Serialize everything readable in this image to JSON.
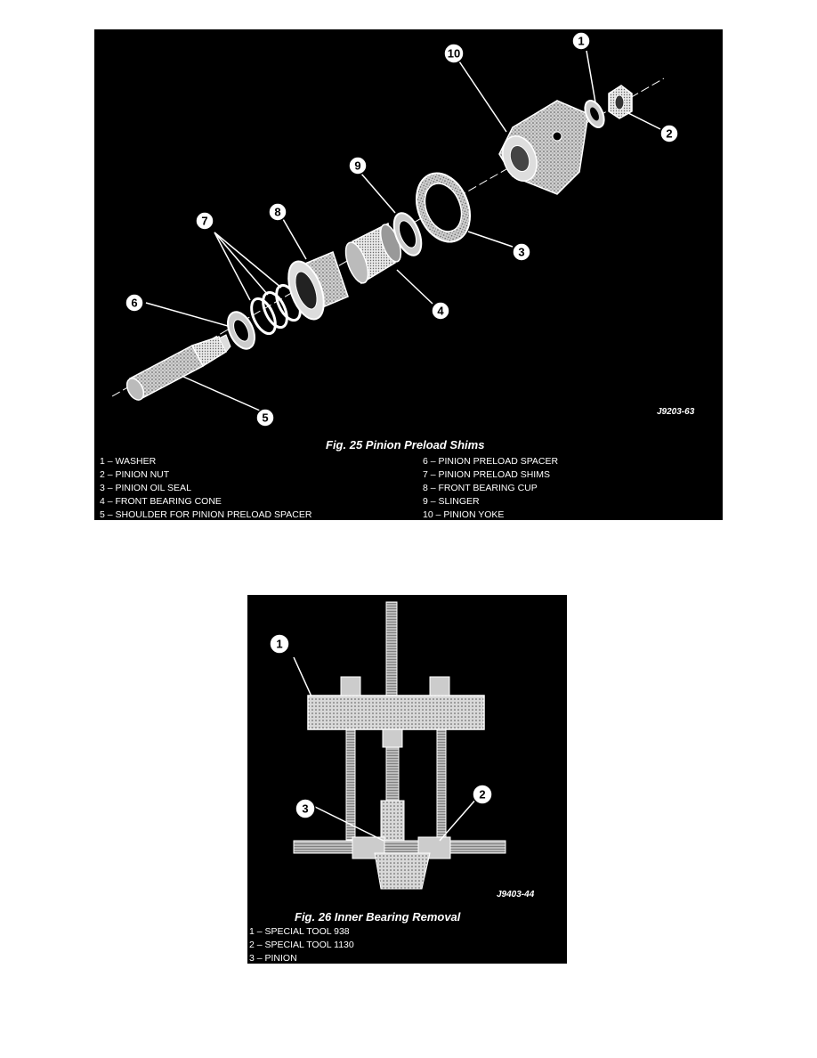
{
  "figure25": {
    "caption": "Fig. 25 Pinion Preload Shims",
    "code": "J9203-63",
    "callouts": [
      "1",
      "2",
      "3",
      "4",
      "5",
      "6",
      "7",
      "8",
      "9",
      "10"
    ],
    "legend_left": [
      "1 – WASHER",
      "2 – PINION NUT",
      "3 – PINION OIL SEAL",
      "4 – FRONT BEARING CONE",
      "5 – SHOULDER FOR PINION PRELOAD SPACER"
    ],
    "legend_right": [
      "6 – PINION PRELOAD SPACER",
      "7 – PINION PRELOAD SHIMS",
      "8 – FRONT BEARING CUP",
      "9 – SLINGER",
      "10 – PINION YOKE"
    ]
  },
  "figure26": {
    "caption": "Fig. 26 Inner Bearing Removal",
    "code": "J9403-44",
    "callouts": [
      "1",
      "2",
      "3"
    ],
    "legend": [
      "1 – SPECIAL TOOL 938",
      "2 – SPECIAL TOOL 1130",
      "3 – PINION"
    ]
  }
}
